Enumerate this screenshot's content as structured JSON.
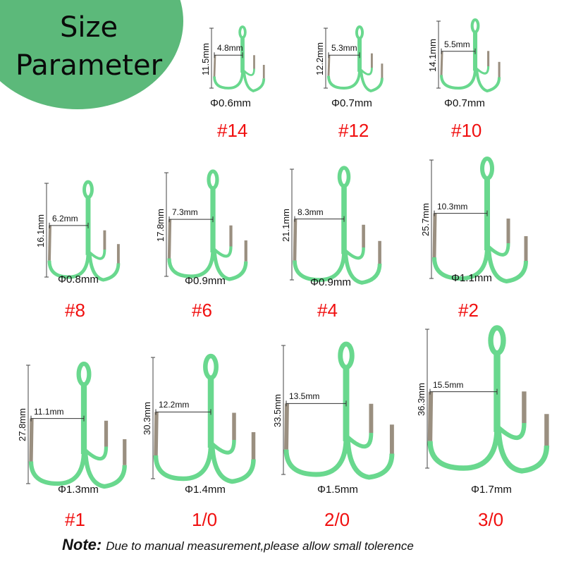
{
  "header": {
    "title_line1": "Size",
    "title_line2": "Parameter",
    "badge_color": "#5cb97a"
  },
  "colors": {
    "hook_coating": "#69d88e",
    "hook_point": "#9a8f80",
    "size_label": "#f01010",
    "text": "#111111"
  },
  "hooks": [
    {
      "size": "#14",
      "height": "11.5mm",
      "gap": "4.8mm",
      "wire": "Φ0.6mm"
    },
    {
      "size": "#12",
      "height": "12.2mm",
      "gap": "5.3mm",
      "wire": "Φ0.7mm"
    },
    {
      "size": "#10",
      "height": "14.1mm",
      "gap": "5.5mm",
      "wire": "Φ0.7mm"
    },
    {
      "size": "#8",
      "height": "16.1mm",
      "gap": "6.2mm",
      "wire": "Φ0.8mm"
    },
    {
      "size": "#6",
      "height": "17.8mm",
      "gap": "7.3mm",
      "wire": "Φ0.9mm"
    },
    {
      "size": "#4",
      "height": "21.1mm",
      "gap": "8.3mm",
      "wire": "Φ0.9mm"
    },
    {
      "size": "#2",
      "height": "25.7mm",
      "gap": "10.3mm",
      "wire": "Φ1.1mm"
    },
    {
      "size": "#1",
      "height": "27.8mm",
      "gap": "11.1mm",
      "wire": "Φ1.3mm"
    },
    {
      "size": "1/0",
      "height": "30.3mm",
      "gap": "12.2mm",
      "wire": "Φ1.4mm"
    },
    {
      "size": "2/0",
      "height": "33.5mm",
      "gap": "13.5mm",
      "wire": "Φ1.5mm"
    },
    {
      "size": "3/0",
      "height": "36.3mm",
      "gap": "15.5mm",
      "wire": "Φ1.7mm"
    }
  ],
  "note": {
    "label": "Note:",
    "text": "Due to manual measurement,please allow small tolerence"
  }
}
